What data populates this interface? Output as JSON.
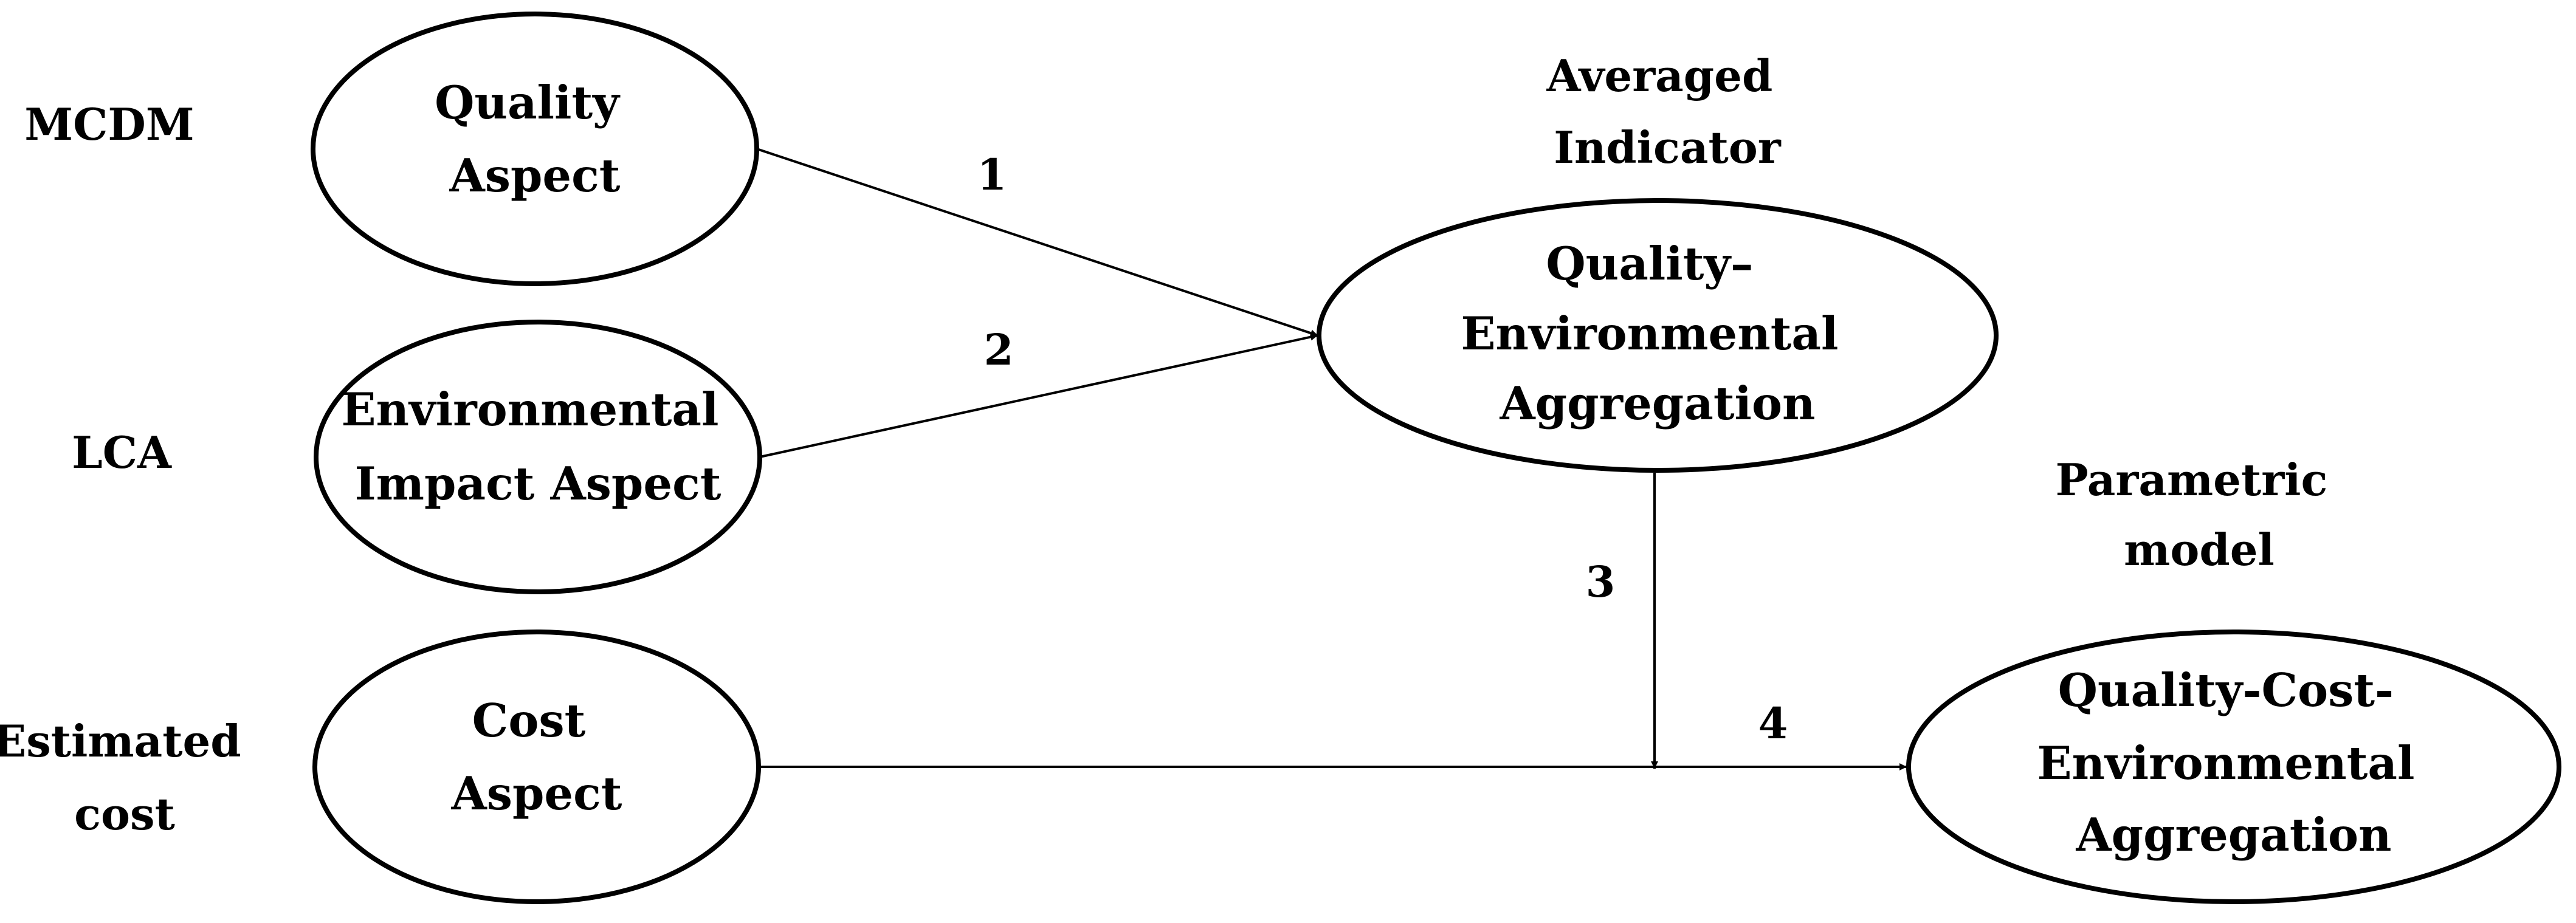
{
  "row_labels": {
    "mcdm": [
      "MCDM"
    ],
    "lca": [
      "LCA"
    ],
    "estimated_cost": [
      "Estimated",
      "cost"
    ]
  },
  "nodes": {
    "quality_aspect": [
      "Quality",
      "Aspect"
    ],
    "environmental_impact_aspect": [
      "Environmental",
      "Impact Aspect"
    ],
    "cost_aspect": [
      "Cost",
      "Aspect"
    ],
    "quality_environmental_aggregation": [
      "Quality–",
      "Environmental",
      "Aggregation"
    ],
    "quality_cost_environmental_aggregation": [
      "Quality-Cost-",
      "Environmental",
      "Aggregation"
    ]
  },
  "headings": {
    "averaged_indicator": [
      "Averaged",
      "Indicator"
    ],
    "parametric_model": [
      "Parametric",
      "model"
    ]
  },
  "edges": {
    "e1": "1",
    "e2": "2",
    "e3": "3",
    "e4": "4"
  }
}
